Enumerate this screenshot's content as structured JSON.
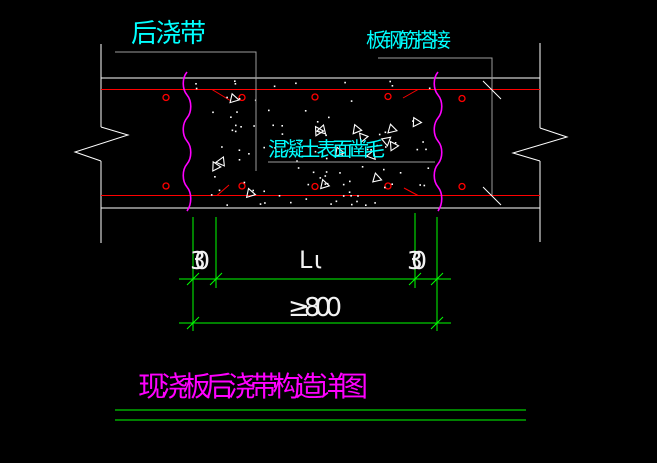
{
  "drawing": {
    "title": "现浇板后浇带构造详图",
    "annotations": {
      "band_label": "后浇带",
      "rebar_lap_label": "板钢筋搭接",
      "roughen_label": "混凝土表面凿毛"
    },
    "dimensions": {
      "edge_left": "30",
      "lap_length": "Lι",
      "edge_right": "30",
      "band_width": "≥800"
    }
  },
  "colors": {
    "background": "#000000",
    "outline": "#ffffff",
    "rebar": "#ff0000",
    "joint": "#ff00ff",
    "dimension": "#00ff00",
    "leader": "#9d9d9d",
    "annotation": "#00ffff",
    "dim_text": "#f2f2f2",
    "title": "#ff00ff"
  }
}
